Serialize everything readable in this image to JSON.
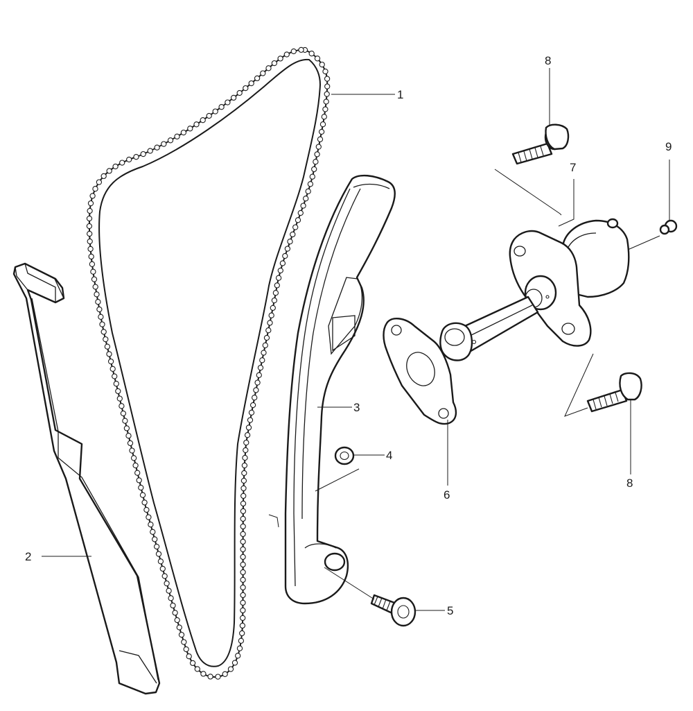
{
  "callouts": {
    "c1": "1",
    "c2": "2",
    "c3": "3",
    "c4": "4",
    "c5": "5",
    "c6": "6",
    "c7": "7",
    "c8a": "8",
    "c8b": "8",
    "c9": "9"
  },
  "colors": {
    "line": "#1a1a1a",
    "background": "#ffffff"
  }
}
